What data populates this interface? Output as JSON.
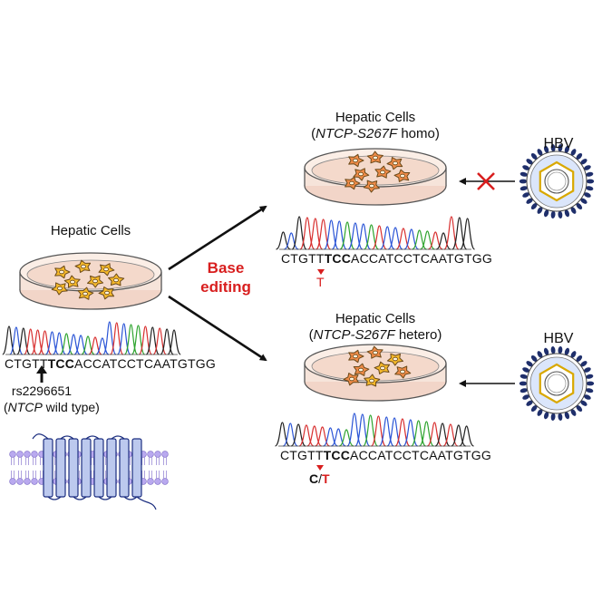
{
  "left_panel": {
    "title": "Hepatic Cells",
    "sequence": {
      "prefix": "CTGTT",
      "bold": "TCC",
      "suffix": "ACCATCCTCAATGTGG"
    },
    "snp_id": "rs2296651",
    "snp_gene": "NTCP",
    "snp_note": " wild type)"
  },
  "center": {
    "line1": "Base",
    "line2": "editing"
  },
  "top_panel": {
    "title": "Hepatic Cells",
    "subtitle_gene": "NTCP-S267F",
    "subtitle_type": " homo)",
    "sequence": {
      "prefix": "CTGTT",
      "bold": "TCC",
      "suffix": "ACCATCCTCAATGTGG"
    },
    "mutation": "T",
    "virus": "HBV"
  },
  "bottom_panel": {
    "title": "Hepatic Cells",
    "subtitle_gene": "NTCP-S267F",
    "subtitle_type": " hetero)",
    "sequence": {
      "prefix": "CTGTT",
      "bold": "TCC",
      "suffix": "ACCATCCTCAATGTGG"
    },
    "mutation_wt": "C",
    "mutation_sep": "/",
    "mutation_mut": "T",
    "virus": "HBV"
  },
  "colors": {
    "accent_red": "#d81e1e",
    "dish_pink": "#f2d5c8",
    "cell_yellow": "#f5b92b",
    "cell_orange": "#ef8b48",
    "protein_blue": "#bcc9ee",
    "virus_dark": "#1f2f6b",
    "trace_A": "#2ea42e",
    "trace_C": "#2b55d6",
    "trace_G": "#222222",
    "trace_T": "#d83030"
  }
}
